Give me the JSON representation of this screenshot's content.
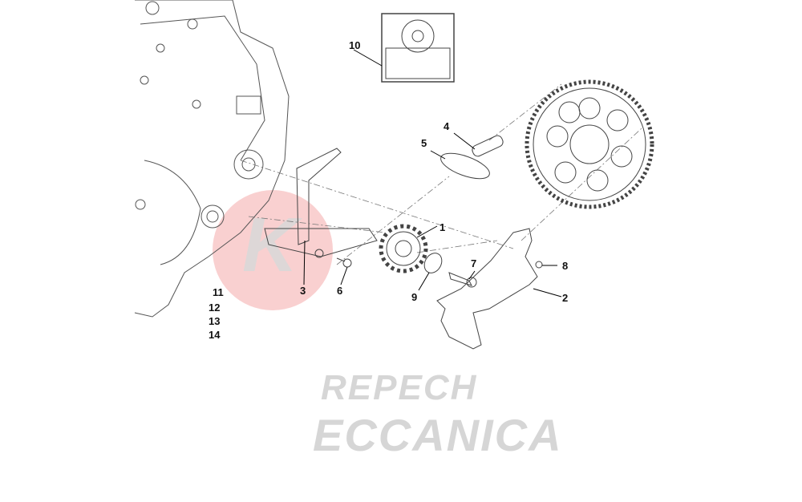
{
  "watermark": {
    "logo_letter": "K",
    "line1": "REPECH",
    "line2": "ECCANICA",
    "logo_color": "#f5b5b5"
  },
  "callouts": [
    {
      "id": "1",
      "label": "1"
    },
    {
      "id": "2",
      "label": "2"
    },
    {
      "id": "3",
      "label": "3"
    },
    {
      "id": "4",
      "label": "4"
    },
    {
      "id": "5",
      "label": "5"
    },
    {
      "id": "6",
      "label": "6"
    },
    {
      "id": "7",
      "label": "7"
    },
    {
      "id": "8",
      "label": "8"
    },
    {
      "id": "9",
      "label": "9"
    },
    {
      "id": "10",
      "label": "10"
    },
    {
      "id": "11",
      "label": "11"
    },
    {
      "id": "12",
      "label": "12"
    },
    {
      "id": "13",
      "label": "13"
    },
    {
      "id": "14",
      "label": "14"
    }
  ]
}
